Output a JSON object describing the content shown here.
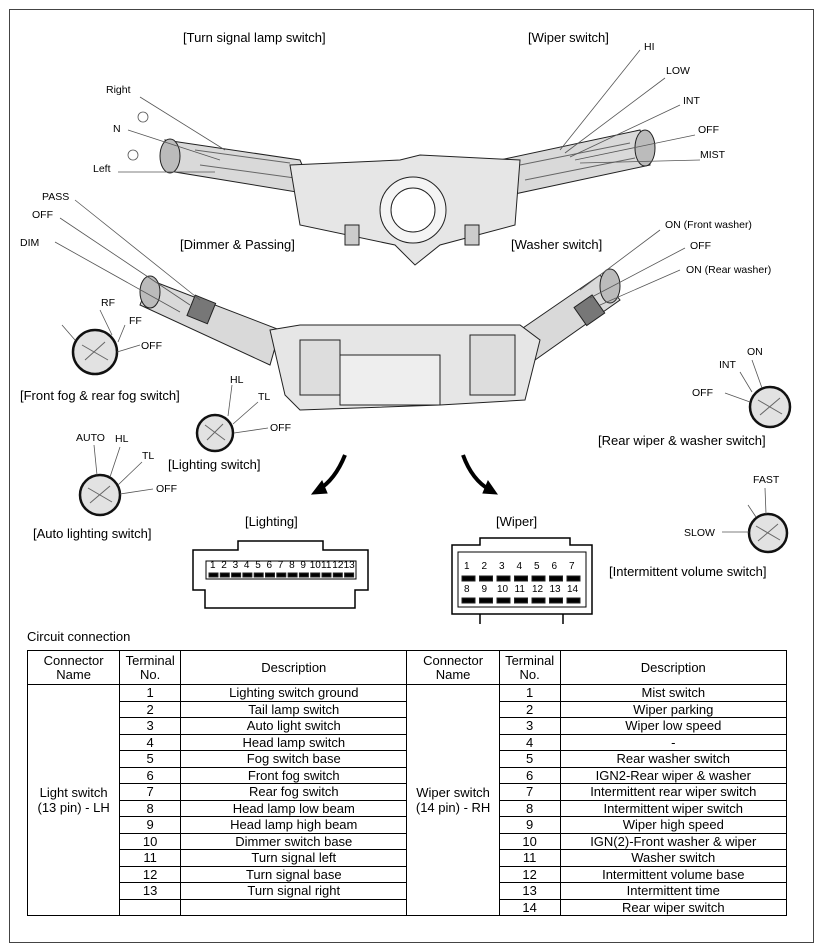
{
  "labels": {
    "turn_signal": "[Turn signal lamp switch]",
    "wiper": "[Wiper switch]",
    "dimmer": "[Dimmer & Passing]",
    "washer": "[Washer switch]",
    "front_rear_fog": "[Front fog & rear fog switch]",
    "lighting_switch": "[Lighting switch]",
    "auto_lighting": "[Auto lighting switch]",
    "rear_wiper_washer": "[Rear wiper & washer switch]",
    "intermittent_volume": "[Intermittent volume switch]",
    "lighting_connector": "[Lighting]",
    "wiper_connector": "[Wiper]"
  },
  "positions": {
    "turn": [
      "Right",
      "N",
      "Left"
    ],
    "wiper": [
      "HI",
      "LOW",
      "INT",
      "OFF",
      "MIST"
    ],
    "dimmer": [
      "PASS",
      "OFF",
      "DIM"
    ],
    "washer": [
      "ON (Front washer)",
      "OFF",
      "ON (Rear washer)"
    ],
    "fog": [
      "RF",
      "FF",
      "OFF"
    ],
    "lighting": [
      "HL",
      "TL",
      "OFF"
    ],
    "auto": [
      "AUTO",
      "HL",
      "TL",
      "OFF"
    ],
    "rear_wiper": [
      "ON",
      "INT",
      "OFF"
    ],
    "volume": [
      "FAST",
      "SLOW"
    ]
  },
  "lighting_pins": [
    "1",
    "2",
    "3",
    "4",
    "5",
    "6",
    "7",
    "8",
    "9",
    "10",
    "11",
    "12",
    "13"
  ],
  "wiper_pins_top": [
    "1",
    "2",
    "3",
    "4",
    "5",
    "6",
    "7"
  ],
  "wiper_pins_bottom": [
    "8",
    "9",
    "10",
    "11",
    "12",
    "13",
    "14"
  ],
  "circuit": {
    "title": "Circuit connection",
    "headers": {
      "connector": "Connector Name",
      "terminal": "Terminal No.",
      "description": "Description"
    },
    "light_name": "Light switch (13 pin) - LH",
    "wiper_name": "Wiper switch (14 pin) - RH",
    "rows": [
      {
        "lt": "1",
        "ld": "Lighting switch ground",
        "wt": "1",
        "wd": "Mist switch"
      },
      {
        "lt": "2",
        "ld": "Tail lamp switch",
        "wt": "2",
        "wd": "Wiper parking"
      },
      {
        "lt": "3",
        "ld": "Auto light switch",
        "wt": "3",
        "wd": "Wiper low speed"
      },
      {
        "lt": "4",
        "ld": "Head lamp switch",
        "wt": "4",
        "wd": "-"
      },
      {
        "lt": "5",
        "ld": "Fog switch base",
        "wt": "5",
        "wd": "Rear washer switch"
      },
      {
        "lt": "6",
        "ld": "Front fog switch",
        "wt": "6",
        "wd": "IGN2-Rear wiper & washer"
      },
      {
        "lt": "7",
        "ld": "Rear fog switch",
        "wt": "7",
        "wd": "Intermittent rear wiper switch"
      },
      {
        "lt": "8",
        "ld": "Head lamp low beam",
        "wt": "8",
        "wd": "Intermittent wiper switch"
      },
      {
        "lt": "9",
        "ld": "Head lamp high beam",
        "wt": "9",
        "wd": "Wiper high speed"
      },
      {
        "lt": "10",
        "ld": "Dimmer switch base",
        "wt": "10",
        "wd": "IGN(2)-Front washer & wiper"
      },
      {
        "lt": "11",
        "ld": "Turn signal left",
        "wt": "11",
        "wd": "Washer switch"
      },
      {
        "lt": "12",
        "ld": "Turn signal base",
        "wt": "12",
        "wd": "Intermittent volume base"
      },
      {
        "lt": "13",
        "ld": "Turn signal right",
        "wt": "13",
        "wd": "Intermittent time"
      },
      {
        "lt": "",
        "ld": "",
        "wt": "14",
        "wd": "Rear wiper switch"
      }
    ]
  }
}
